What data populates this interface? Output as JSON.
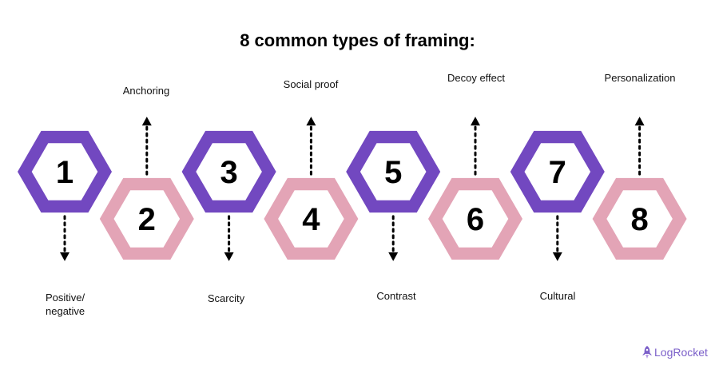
{
  "title": "8 common types of framing:",
  "steps": [
    {
      "number": "1",
      "label": "Positive/\nnegative",
      "color": "#7248c0"
    },
    {
      "number": "2",
      "label": "Anchoring",
      "color": "#e3a4b6"
    },
    {
      "number": "3",
      "label": "Scarcity",
      "color": "#7248c0"
    },
    {
      "number": "4",
      "label": "Social proof",
      "color": "#e3a4b6"
    },
    {
      "number": "5",
      "label": "Contrast",
      "color": "#7248c0"
    },
    {
      "number": "6",
      "label": "Decoy effect",
      "color": "#e3a4b6"
    },
    {
      "number": "7",
      "label": "Cultural",
      "color": "#7248c0"
    },
    {
      "number": "8",
      "label": "Personalization",
      "color": "#e3a4b6"
    }
  ],
  "brand": {
    "name": "LogRocket",
    "icon": "rocket-icon",
    "color": "#7b5fc9"
  }
}
